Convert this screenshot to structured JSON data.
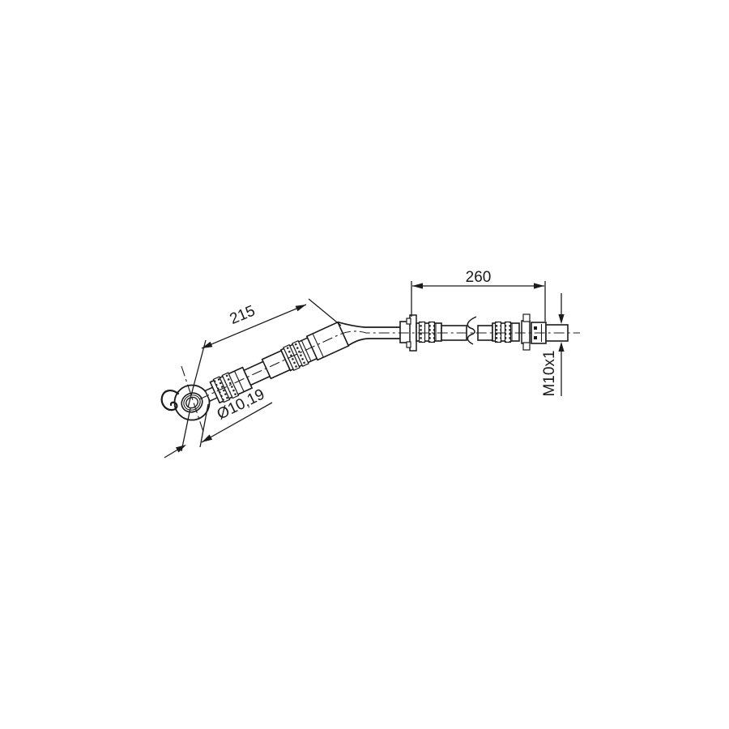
{
  "drawing": {
    "background_color": "#ffffff",
    "line_color": "#1b1b1b",
    "labels": {
      "horizontal_length": "260",
      "diagonal_length": "215",
      "eye_bore_diameter": "Ø10,19",
      "thread_size": "M10x1"
    }
  }
}
